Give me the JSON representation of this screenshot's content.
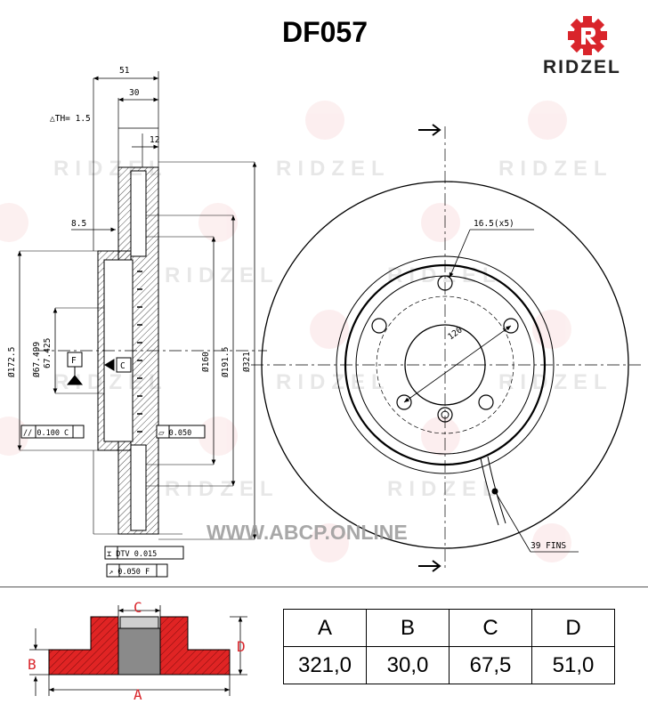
{
  "header": {
    "part_number": "DF057",
    "brand": "RIDZEL",
    "watermark_url": "WWW.ABCP.ONLINE"
  },
  "colors": {
    "brand_red": "#d9252b",
    "section_red": "#e02424",
    "line": "#000000"
  },
  "drawing": {
    "dimensions": {
      "width_total": "51",
      "width_disc": "30",
      "delta_th": "△TH= 1.5",
      "braking_band": "12",
      "hat_offset": "8.5",
      "dia_1725": "Ø172.5",
      "dia_center": "Ø67.499",
      "dia_center_min": "67.425",
      "dia_160": "Ø160",
      "dia_1915": "Ø191.5",
      "dia_321": "Ø321",
      "holes": "16.5(x5)",
      "pcd": "120",
      "fins": "39 FINS",
      "datum_f": "F",
      "datum_c": "C",
      "tol_parallel": "// 0.100 C",
      "tol_flat": "⏥ 0.050",
      "tol_dtv": "⌶ DTV 0.015",
      "tol_runout": "↗ 0.050 F"
    },
    "icon": "brake-disc-section-and-front-view"
  },
  "legend": {
    "labels": {
      "a": "A",
      "b": "B",
      "c": "C",
      "d": "D"
    },
    "table": {
      "headers": [
        "A",
        "B",
        "C",
        "D"
      ],
      "values": [
        "321,0",
        "30,0",
        "67,5",
        "51,0"
      ]
    }
  }
}
